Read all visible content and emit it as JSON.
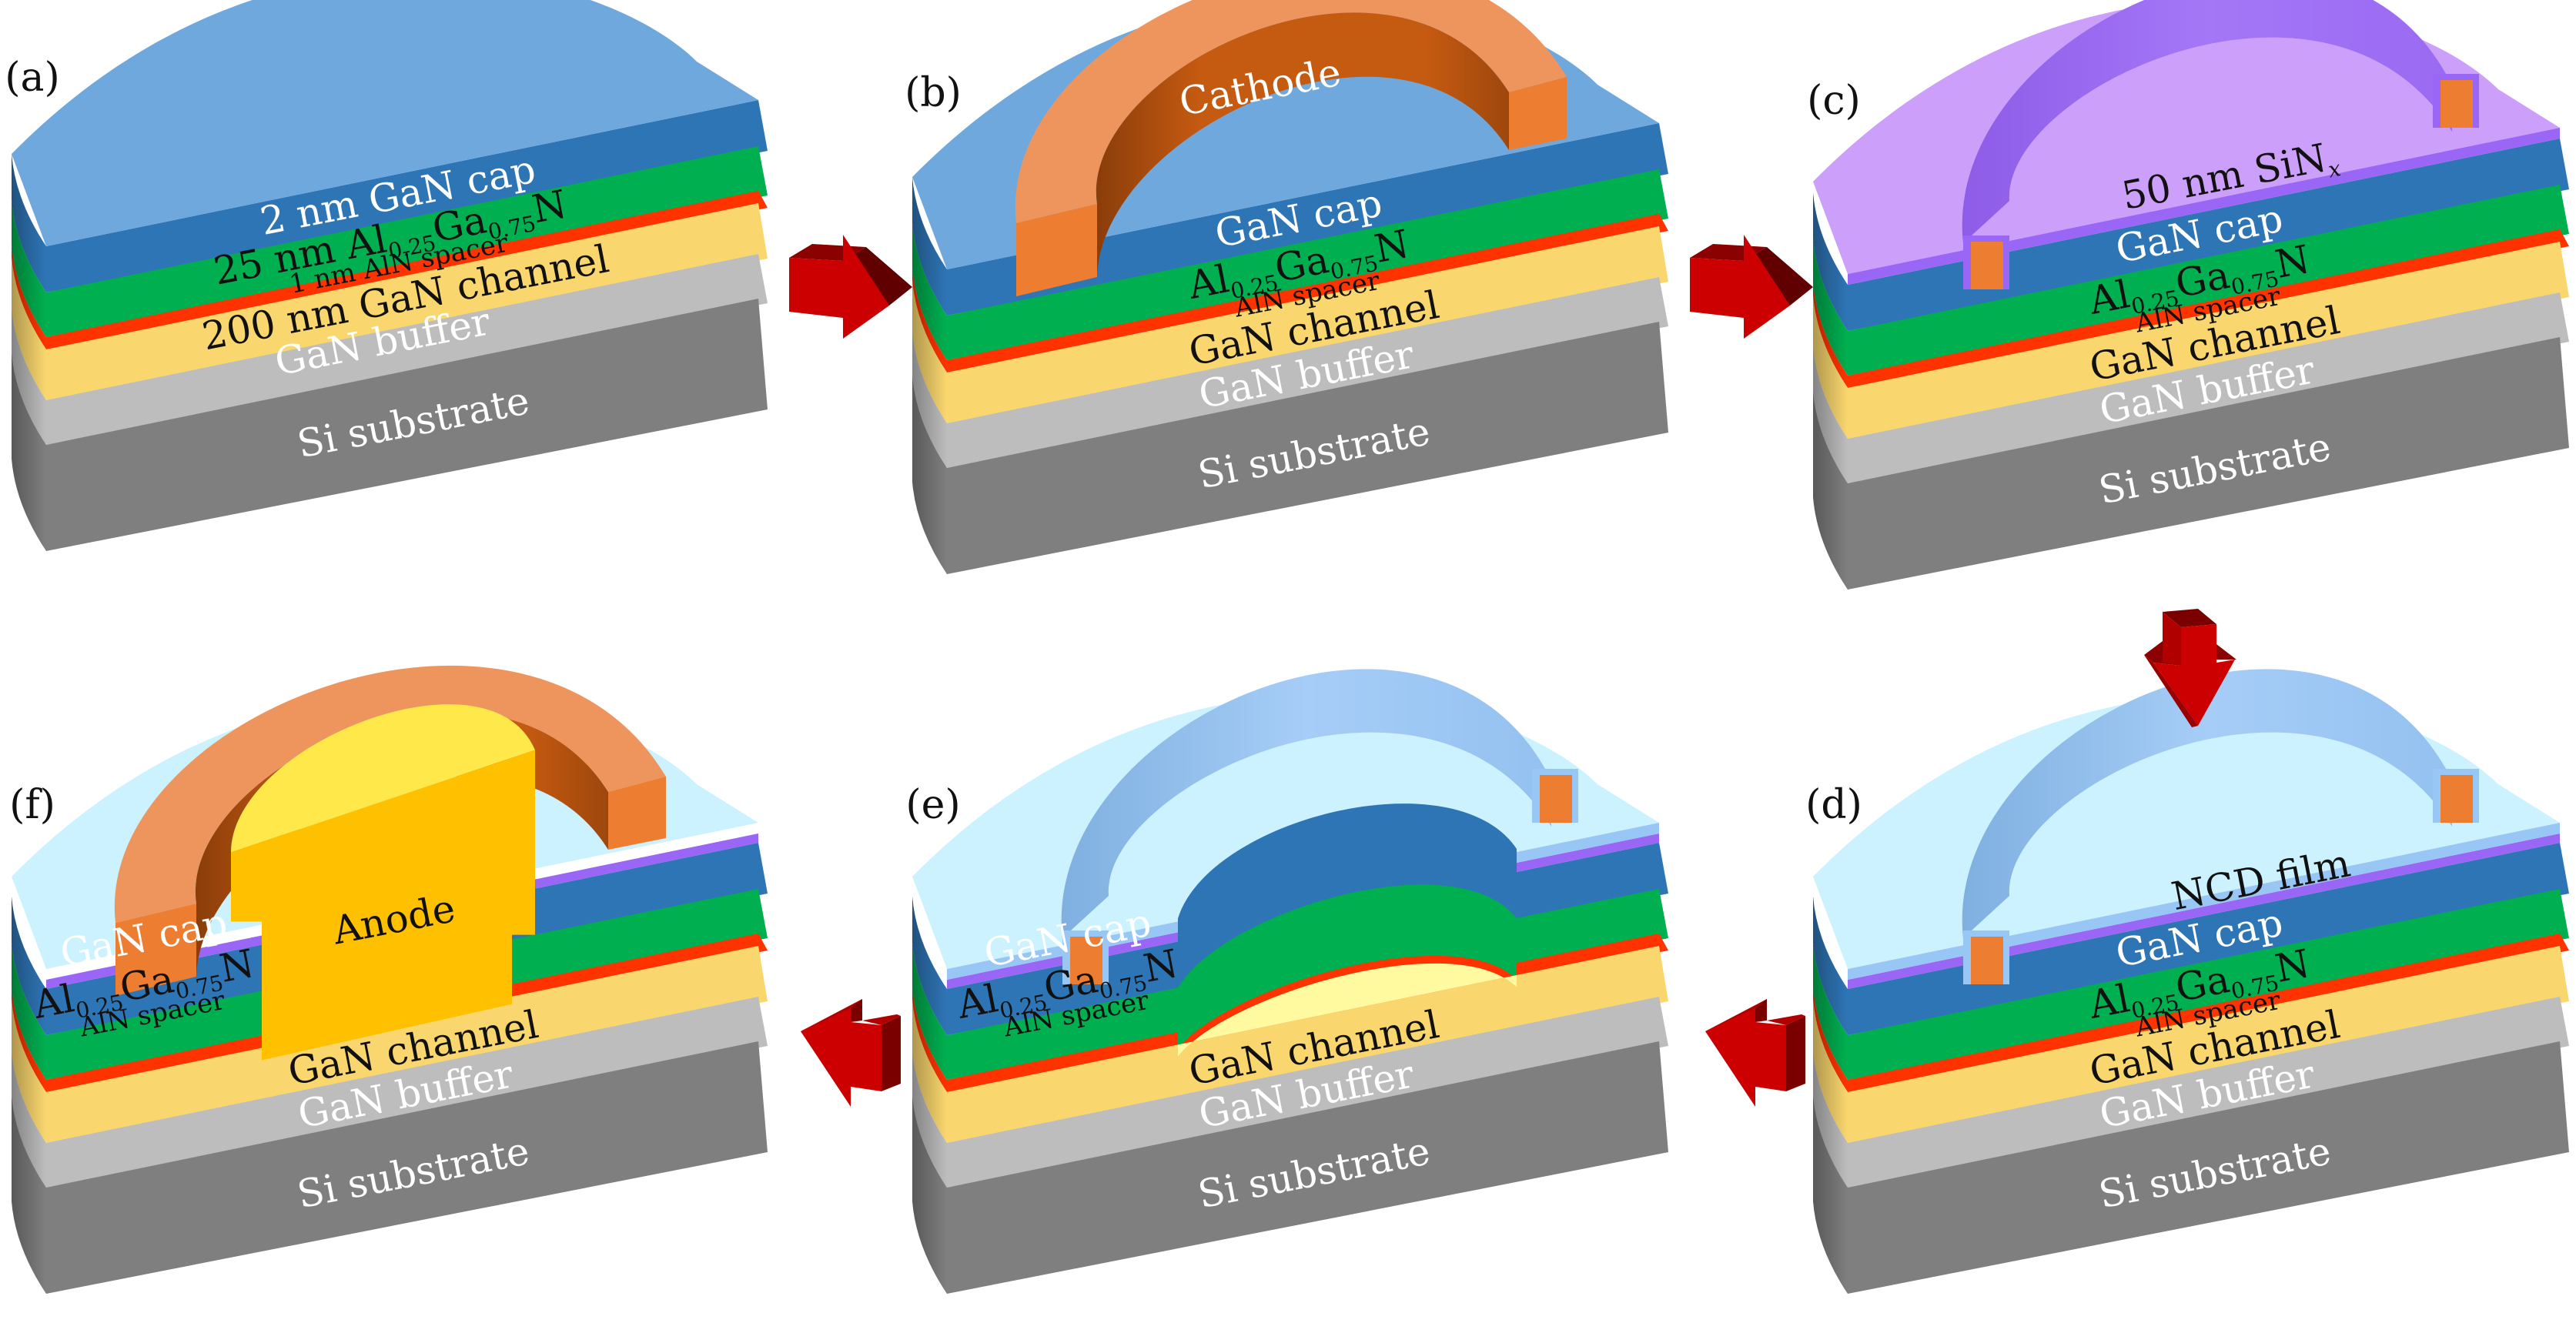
{
  "figure": {
    "description": "Fabrication process flow of a GaN-on-Si device with NCD film",
    "colors": {
      "gan_cap_top": "#6FA8DC",
      "gan_cap_side": "#2E75B6",
      "algan": "#00B050",
      "aln_spacer": "#FF3300",
      "gan_channel": "#FAD76E",
      "gan_channel_exposed": "#FFFAA0",
      "gan_buffer": "#BDBDBD",
      "si_substrate": "#7F7F7F",
      "si_substrate_edge": "#555555",
      "cathode_top": "#EE955E",
      "cathode_side": "#C55A11",
      "cathode_cut": "#ED7D31",
      "sinx_top": "#CC9FFA",
      "sinx_side": "#9966F5",
      "ncd_top": "#CCF2FF",
      "ncd_side": "#99C7F5",
      "anode_top": "#FFE84A",
      "anode_side": "#FFC000",
      "arrow_face": "#CC0000",
      "arrow_shade": "#8B0000",
      "arrow_dark": "#600000"
    },
    "panels": [
      {
        "id": "a",
        "label": "(a)",
        "texts": {
          "cap": "2 nm GaN cap",
          "algan_prefix": "25 nm Al",
          "algan_sub1": "0.25",
          "algan_mid": "Ga",
          "algan_sub2": "0.75",
          "algan_suffix": "N",
          "spacer": "1 nm AlN spacer",
          "channel": "200 nm GaN channel",
          "buffer": "GaN buffer",
          "substrate": "Si substrate"
        }
      },
      {
        "id": "b",
        "label": "(b)",
        "texts": {
          "cathode": "Cathode",
          "cap": "GaN cap",
          "algan_prefix": "Al",
          "algan_sub1": "0.25",
          "algan_mid": "Ga",
          "algan_sub2": "0.75",
          "algan_suffix": "N",
          "spacer": "AlN spacer",
          "channel": "GaN channel",
          "buffer": "GaN buffer",
          "substrate": "Si substrate"
        }
      },
      {
        "id": "c",
        "label": "(c)",
        "texts": {
          "sinx_prefix": "50 nm SiN",
          "sinx_sub": "x",
          "cap": "GaN cap",
          "algan_prefix": "Al",
          "algan_sub1": "0.25",
          "algan_mid": "Ga",
          "algan_sub2": "0.75",
          "algan_suffix": "N",
          "spacer": "AlN spacer",
          "channel": "GaN channel",
          "buffer": "GaN buffer",
          "substrate": "Si substrate"
        }
      },
      {
        "id": "d",
        "label": "(d)",
        "texts": {
          "ncd": "NCD film",
          "cap": "GaN cap",
          "algan_prefix": "Al",
          "algan_sub1": "0.25",
          "algan_mid": "Ga",
          "algan_sub2": "0.75",
          "algan_suffix": "N",
          "spacer": "AlN spacer",
          "channel": "GaN channel",
          "buffer": "GaN buffer",
          "substrate": "Si substrate"
        }
      },
      {
        "id": "e",
        "label": "(e)",
        "texts": {
          "cap": "GaN cap",
          "algan_prefix": "Al",
          "algan_sub1": "0.25",
          "algan_mid": "Ga",
          "algan_sub2": "0.75",
          "algan_suffix": "N",
          "spacer": "AlN spacer",
          "channel": "GaN channel",
          "buffer": "GaN buffer",
          "substrate": "Si substrate"
        }
      },
      {
        "id": "f",
        "label": "(f)",
        "texts": {
          "anode": "Anode",
          "cap": "GaN cap",
          "algan_prefix": "Al",
          "algan_sub1": "0.25",
          "algan_mid": "Ga",
          "algan_sub2": "0.75",
          "algan_suffix": "N",
          "spacer": "AlN spacer",
          "channel": "GaN channel",
          "buffer": "GaN buffer",
          "substrate": "Si substrate"
        }
      }
    ],
    "arrows": [
      {
        "from": "a",
        "to": "b",
        "direction": "right"
      },
      {
        "from": "b",
        "to": "c",
        "direction": "right"
      },
      {
        "from": "c",
        "to": "d",
        "direction": "down"
      },
      {
        "from": "d",
        "to": "e",
        "direction": "left"
      },
      {
        "from": "e",
        "to": "f",
        "direction": "left"
      }
    ]
  }
}
